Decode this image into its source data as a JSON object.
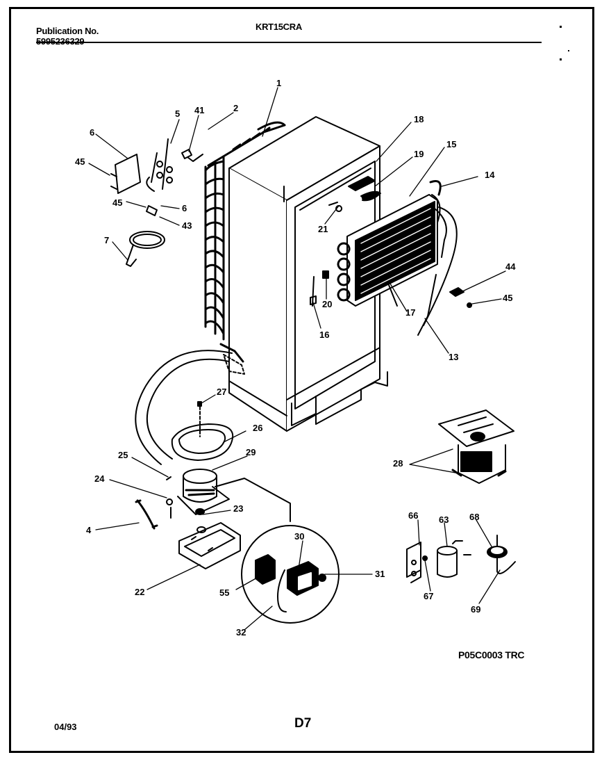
{
  "header": {
    "publication_label": "Publication No.",
    "publication_number": "5995236329",
    "model": "KRT15CRA"
  },
  "footer": {
    "diagram_code": "P05C0003 TRC",
    "date": "04/93",
    "page_code": "D7"
  },
  "callouts": {
    "c1": "1",
    "c2": "2",
    "c5": "5",
    "c41": "41",
    "c6a": "6",
    "c45a": "45",
    "c45b": "45",
    "c6b": "6",
    "c43": "43",
    "c7": "7",
    "c18": "18",
    "c19": "19",
    "c15": "15",
    "c14": "14",
    "c21": "21",
    "c20": "20",
    "c16": "16",
    "c17": "17",
    "c13": "13",
    "c44": "44",
    "c45c": "45",
    "c27": "27",
    "c26": "26",
    "c25": "25",
    "c29": "29",
    "c24": "24",
    "c23": "23",
    "c4": "4",
    "c22": "22",
    "c30": "30",
    "c31": "31",
    "c55": "55",
    "c32": "32",
    "c28": "28",
    "c66": "66",
    "c63": "63",
    "c68": "68",
    "c67": "67",
    "c69": "69"
  }
}
